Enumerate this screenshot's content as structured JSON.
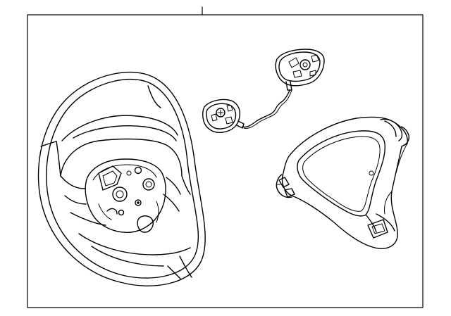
{
  "diagram": {
    "parts": [
      {
        "id": "steering-wheel",
        "label": ""
      },
      {
        "id": "switch-right",
        "label": ""
      },
      {
        "id": "switch-left",
        "label": ""
      },
      {
        "id": "trim-cover",
        "label": ""
      }
    ],
    "colors": {
      "line": "#000000",
      "background": "#ffffff"
    }
  }
}
